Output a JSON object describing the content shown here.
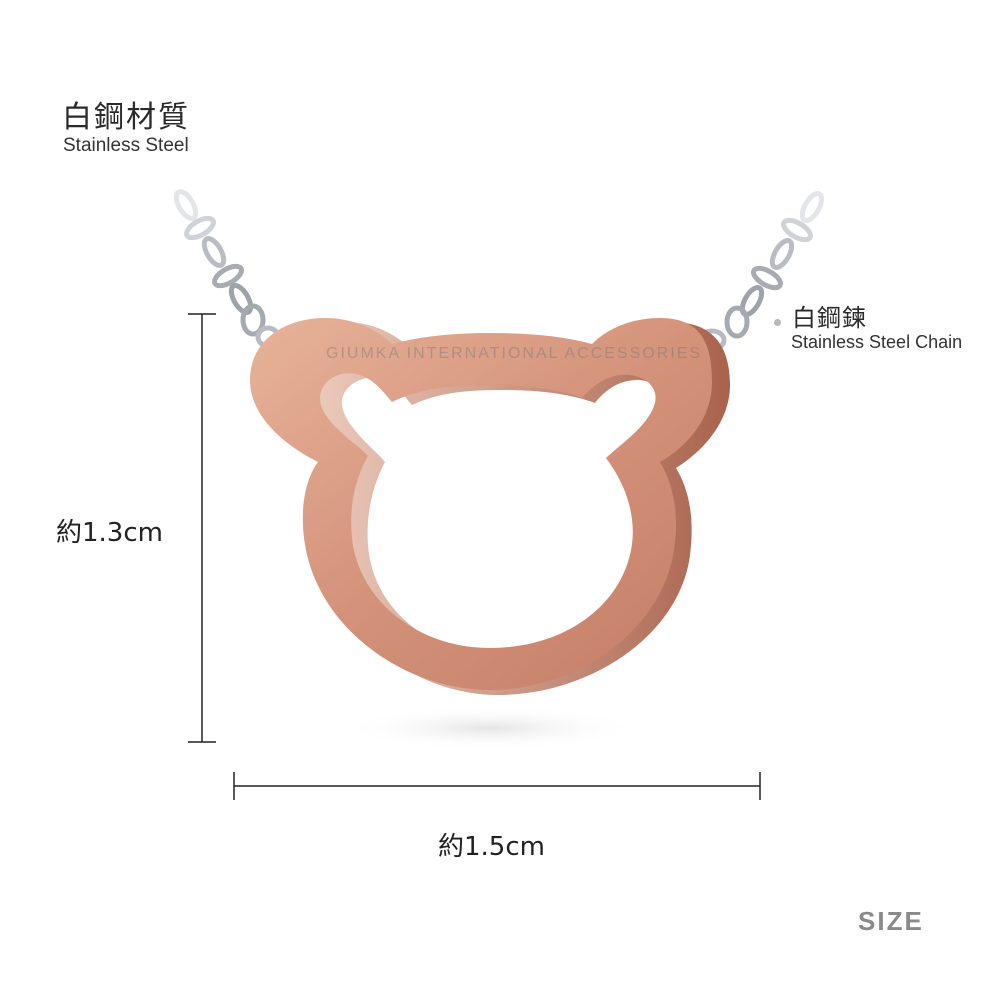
{
  "material": {
    "title": "白鋼材質",
    "subtitle": "Stainless Steel"
  },
  "chain": {
    "title": "白鋼鍊",
    "subtitle": "Stainless Steel Chain"
  },
  "watermark": "GIUMKA INTERNATIONAL ACCESSORIES",
  "dimensions": {
    "height_label": "約1.3cm",
    "width_label": "約1.5cm"
  },
  "size_label": "SIZE",
  "colors": {
    "rose_gold": "#d99a7d",
    "rose_gold_dark": "#b7705a",
    "chain_silver": "#c9ccd1",
    "label_gray": "#8a8a8a"
  }
}
